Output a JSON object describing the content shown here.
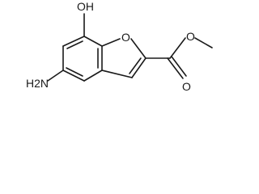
{
  "structure": {
    "atom_labels": {
      "hydroxyl": "OH",
      "ring_oxygen": "O",
      "carbonyl_oxygen": "O",
      "ester_oxygen": "O",
      "amino": "H2N"
    }
  },
  "colors": {
    "bond": "#1a1a1a",
    "label": "#1a1a1a",
    "background": "#ffffff"
  }
}
